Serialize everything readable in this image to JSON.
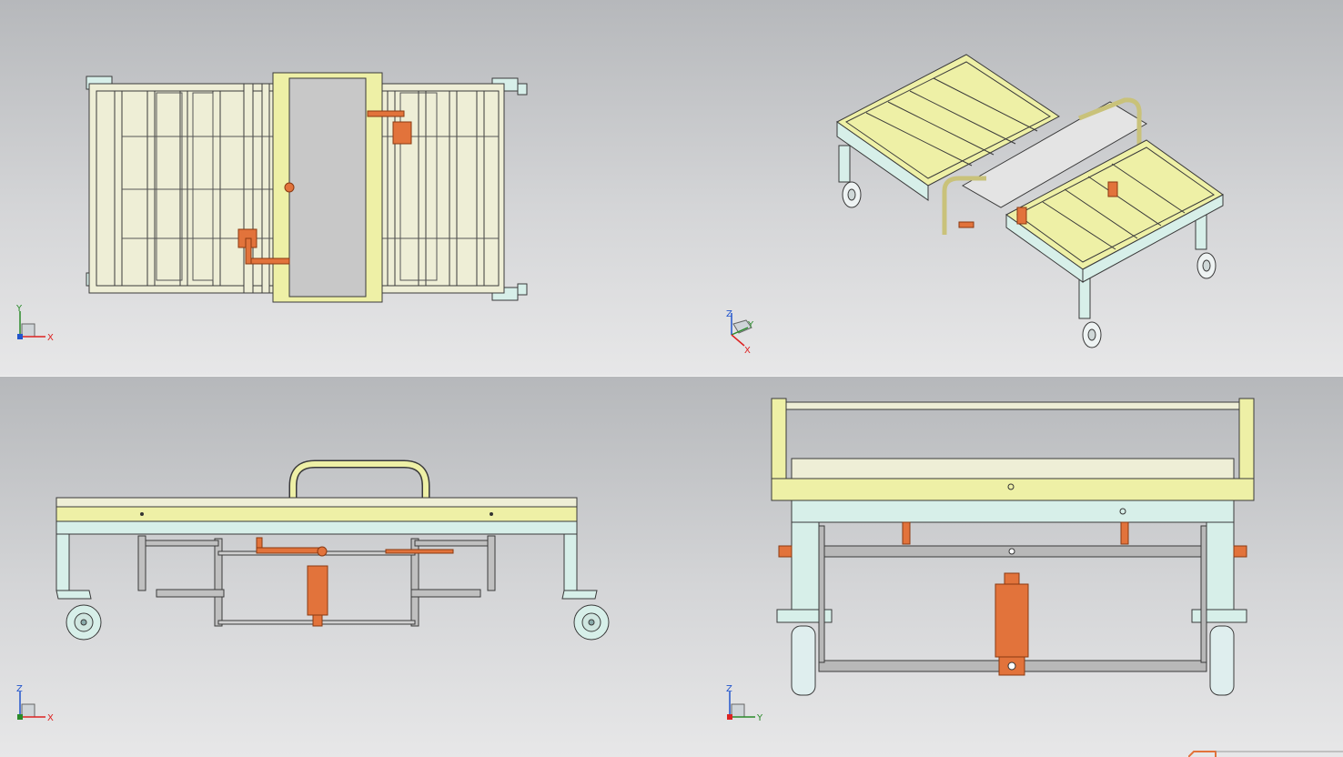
{
  "viewports": [
    {
      "id": "top",
      "triad": {
        "up": "Y",
        "right": "X"
      }
    },
    {
      "id": "isometric",
      "triad": {
        "up": "Z",
        "right": "Y",
        "diag": "X"
      }
    },
    {
      "id": "front",
      "triad": {
        "up": "Z",
        "right": "X"
      }
    },
    {
      "id": "side",
      "triad": {
        "up": "Z",
        "right": "Y"
      }
    }
  ],
  "colors": {
    "frame_cream": "#eeeed6",
    "frame_yellow": "#eef0a6",
    "frame_cyan": "#d7efe9",
    "actuator_orange": "#e2733b",
    "steel_gray": "#a8a8a8",
    "panel_gray": "#c8c8c8",
    "outline": "#3a3a3a"
  },
  "icons": [
    "axis-triad-icon",
    "caster-wheel-icon"
  ]
}
